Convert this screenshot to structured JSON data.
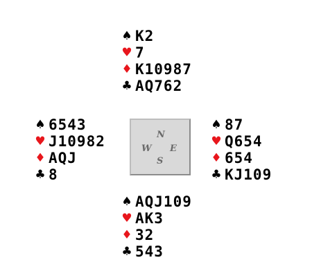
{
  "hands": {
    "north": {
      "spades": "K2",
      "hearts": "7",
      "diamonds": "K10987",
      "clubs": "AQ762"
    },
    "west": {
      "spades": "6543",
      "hearts": "J10982",
      "diamonds": "AQJ",
      "clubs": "8"
    },
    "east": {
      "spades": "87",
      "hearts": "Q654",
      "diamonds": "654",
      "clubs": "KJ109"
    },
    "south": {
      "spades": "AQJ109",
      "hearts": "AK3",
      "diamonds": "32",
      "clubs": "543"
    }
  },
  "compass": {
    "north": "N",
    "west": "W",
    "east": "E",
    "south": "S"
  },
  "suit_symbols": {
    "spades": "♠",
    "hearts": "♥",
    "diamonds": "♦",
    "clubs": "♣"
  },
  "colors": {
    "black_suit": "#000000",
    "red_suit": "#e8161c",
    "compass_bg": "#d9d9d9",
    "compass_text": "#6b6b6b"
  }
}
